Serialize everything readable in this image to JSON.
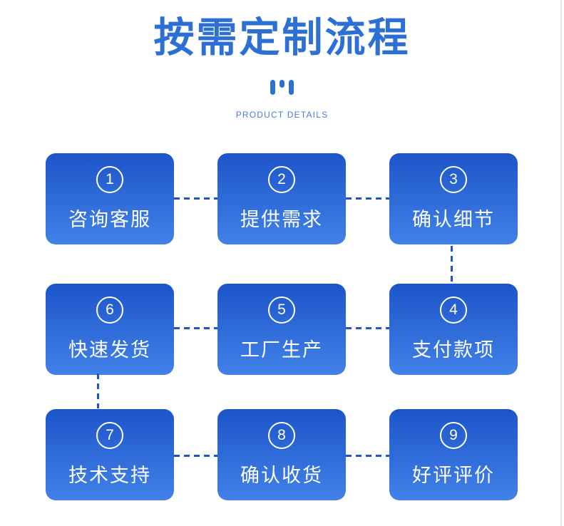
{
  "header": {
    "title": "按需定制流程",
    "subtitle": "PRODUCT DETAILS"
  },
  "colors": {
    "title": "#2C70D6",
    "subtitle": "#4A7BDC",
    "box_gradient_top": "#1D55C9",
    "box_gradient_bottom": "#4181E8",
    "box_text": "#FFFFFF",
    "connector": "#1E56C8",
    "edge_line": "#E4E4E4"
  },
  "steps": [
    {
      "number": "1",
      "label": "咨询客服"
    },
    {
      "number": "2",
      "label": "提供需求"
    },
    {
      "number": "3",
      "label": "确认细节"
    },
    {
      "number": "4",
      "label": "支付款项"
    },
    {
      "number": "5",
      "label": "工厂生产"
    },
    {
      "number": "6",
      "label": "快速发货"
    },
    {
      "number": "7",
      "label": "技术支持"
    },
    {
      "number": "8",
      "label": "确认收货"
    },
    {
      "number": "9",
      "label": "好评评价"
    }
  ]
}
